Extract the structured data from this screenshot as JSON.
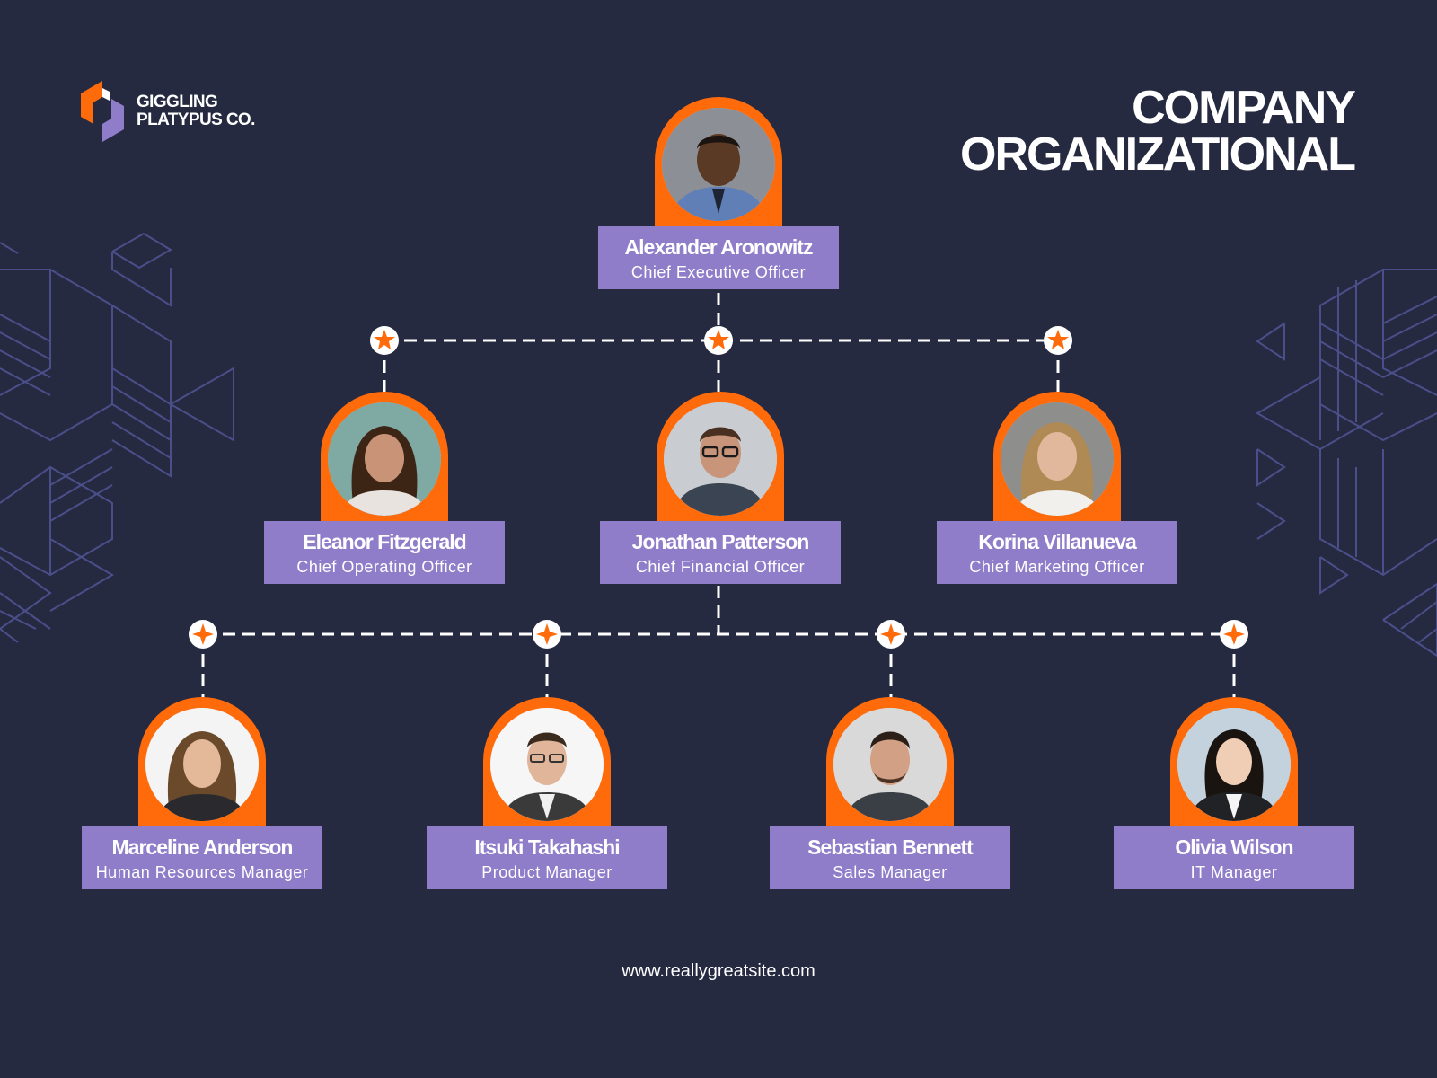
{
  "brand": {
    "line1": "GIGGLING",
    "line2": "PLATYPUS CO."
  },
  "title": {
    "line1": "COMPANY",
    "line2": "ORGANIZATIONAL"
  },
  "colors": {
    "background": "#262a41",
    "accent": "#ff6b0a",
    "card": "#8f7dc9",
    "line": "#ffffff",
    "pattern": "#4a4f8a"
  },
  "people": {
    "ceo": {
      "name": "Alexander Aronowitz",
      "role": "Chief Executive Officer"
    },
    "coo": {
      "name": "Eleanor Fitzgerald",
      "role": "Chief Operating Officer"
    },
    "cfo": {
      "name": "Jonathan Patterson",
      "role": "Chief Financial Officer"
    },
    "cmo": {
      "name": "Korina Villanueva",
      "role": "Chief Marketing Officer"
    },
    "hr": {
      "name": "Marceline Anderson",
      "role": "Human Resources Manager"
    },
    "pm": {
      "name": "Itsuki Takahashi",
      "role": "Product Manager"
    },
    "sales": {
      "name": "Sebastian Bennett",
      "role": "Sales Manager"
    },
    "it": {
      "name": "Olivia Wilson",
      "role": "IT Manager"
    }
  },
  "footer": {
    "website": "www.reallygreatsite.com"
  }
}
